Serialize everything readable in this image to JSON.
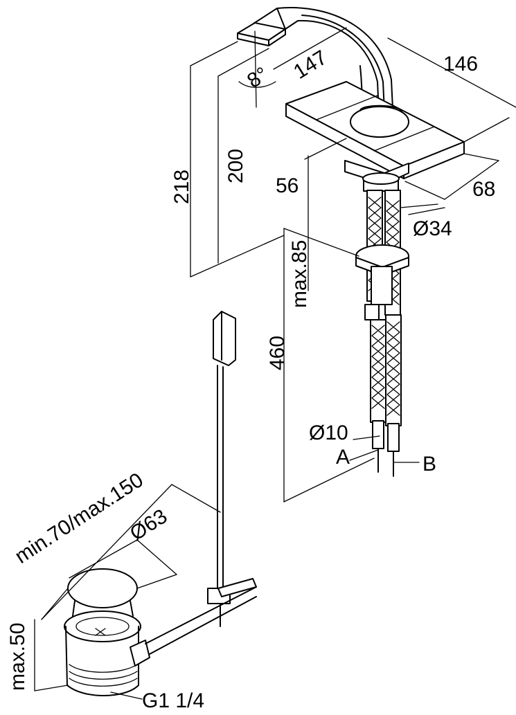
{
  "drawing": {
    "labels": {
      "angle": "8°",
      "d147": "147",
      "d146": "146",
      "d218": "218",
      "d200": "200",
      "d56": "56",
      "d68": "68",
      "d34": "Ø34",
      "max85": "max.85",
      "d460": "460",
      "d10": "Ø10",
      "a": "A",
      "b": "B",
      "min70max150": "min.70/max.150",
      "d63": "Ø63",
      "max50": "max.50",
      "g114": "G1 1/4"
    }
  }
}
